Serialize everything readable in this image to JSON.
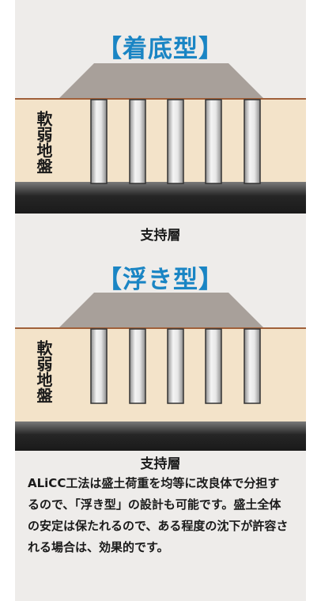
{
  "sections": [
    {
      "title": "【着底型】",
      "soil_label": "軟弱地盤",
      "bearing_label": "支持層",
      "pile_type": "floor-bearing"
    },
    {
      "title": "【浮き型】",
      "soil_label": "軟弱地盤",
      "bearing_label": "支持層",
      "pile_type": "floating"
    }
  ],
  "description": "ALiCC工法は盛土荷重を均等に改良体で分担するので、「浮き型」の設計も可能です。盛土全体の安定は保たれるので、ある程度の沈下が許容される場合は、効果的です。",
  "colors": {
    "panel": "#eeecea",
    "title": "#1a85c4",
    "embankment": "#a8a09a",
    "soft_ground": "#f3e3c9",
    "surface_line": "#a0603a",
    "bearing_layer": "#2a2a2a",
    "pile": "#cfcfcf"
  }
}
